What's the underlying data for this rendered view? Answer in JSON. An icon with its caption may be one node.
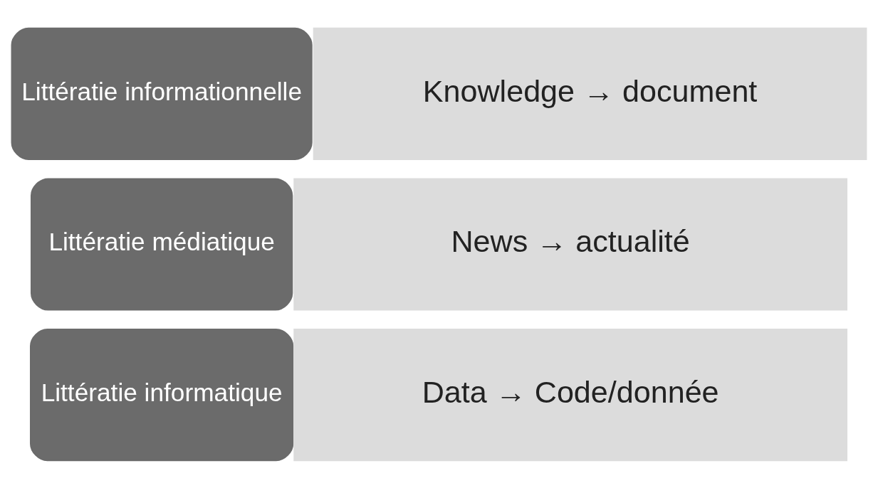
{
  "diagram": {
    "nodes": [
      {
        "text": [
          "Littératie informationnelle"
        ]
      },
      {
        "text": [
          "Knowledge → document"
        ]
      },
      {
        "text": [
          "Littératie médiatique"
        ]
      },
      {
        "text": [
          "News → actualité"
        ]
      },
      {
        "text": [
          "Littératie informatique"
        ]
      },
      {
        "text": [
          "Data → Code/donnée"
        ]
      }
    ],
    "edges": []
  }
}
